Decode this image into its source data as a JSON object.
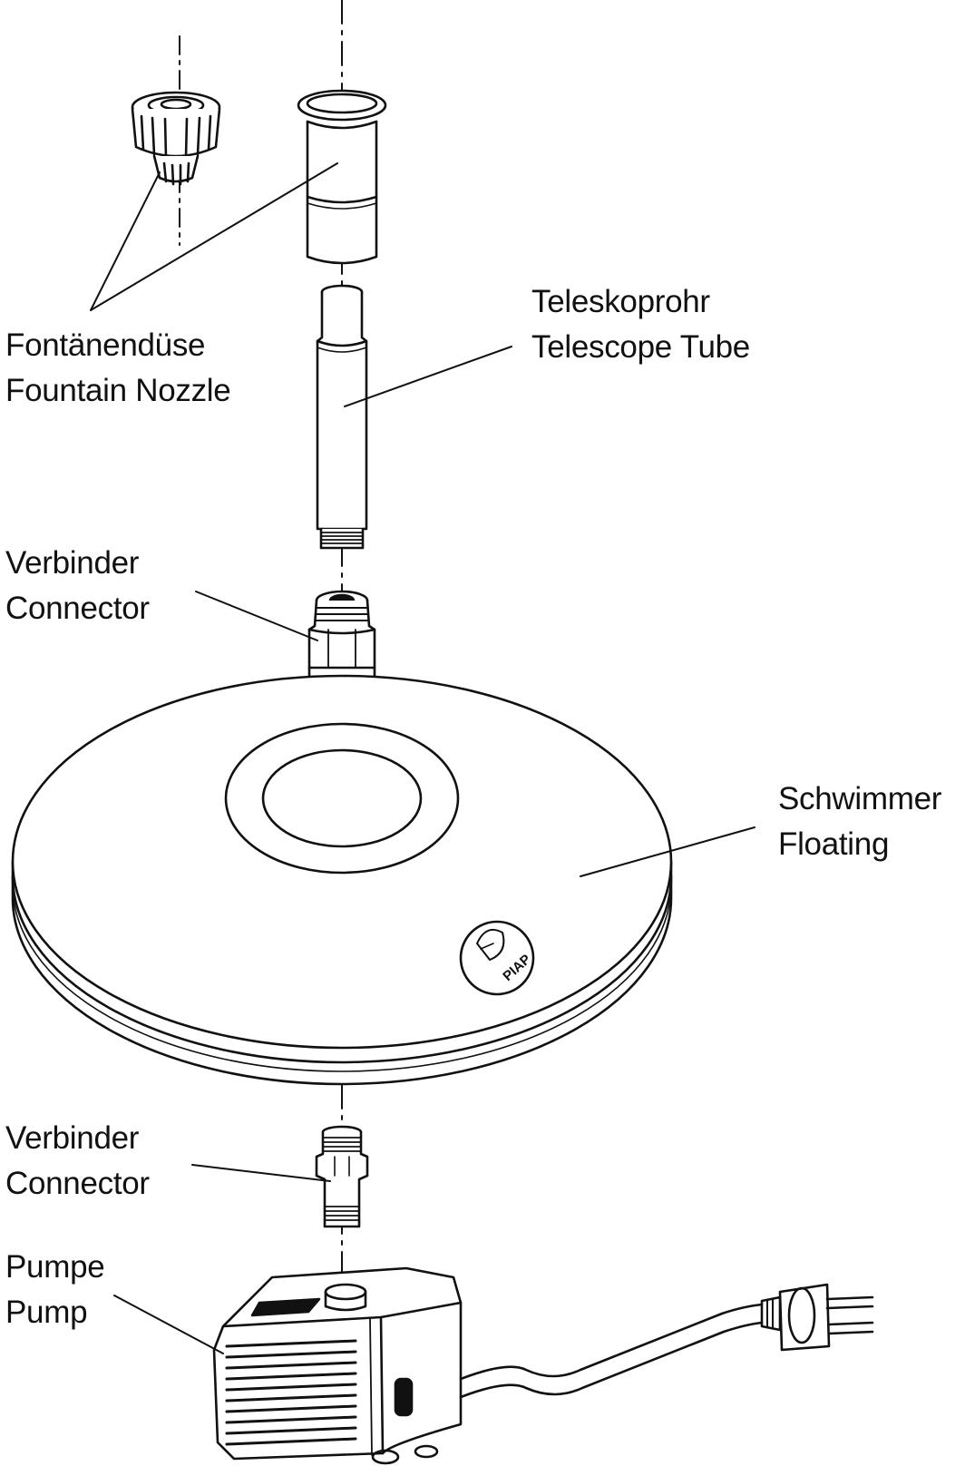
{
  "labels": {
    "nozzle": {
      "de": "Fontänendüse",
      "en": "Fountain Nozzle"
    },
    "tube": {
      "de": "Teleskoprohr",
      "en": "Telescope Tube"
    },
    "connector_top": {
      "de": "Verbinder",
      "en": "Connector"
    },
    "float": {
      "de": "Schwimmer",
      "en": "Floating"
    },
    "connector_bottom": {
      "de": "Verbinder",
      "en": "Connector"
    },
    "pump": {
      "de": "Pumpe",
      "en": "Pump"
    }
  },
  "logo_text": "PIAP",
  "colors": {
    "ink": "#111111",
    "paper": "#ffffff"
  }
}
